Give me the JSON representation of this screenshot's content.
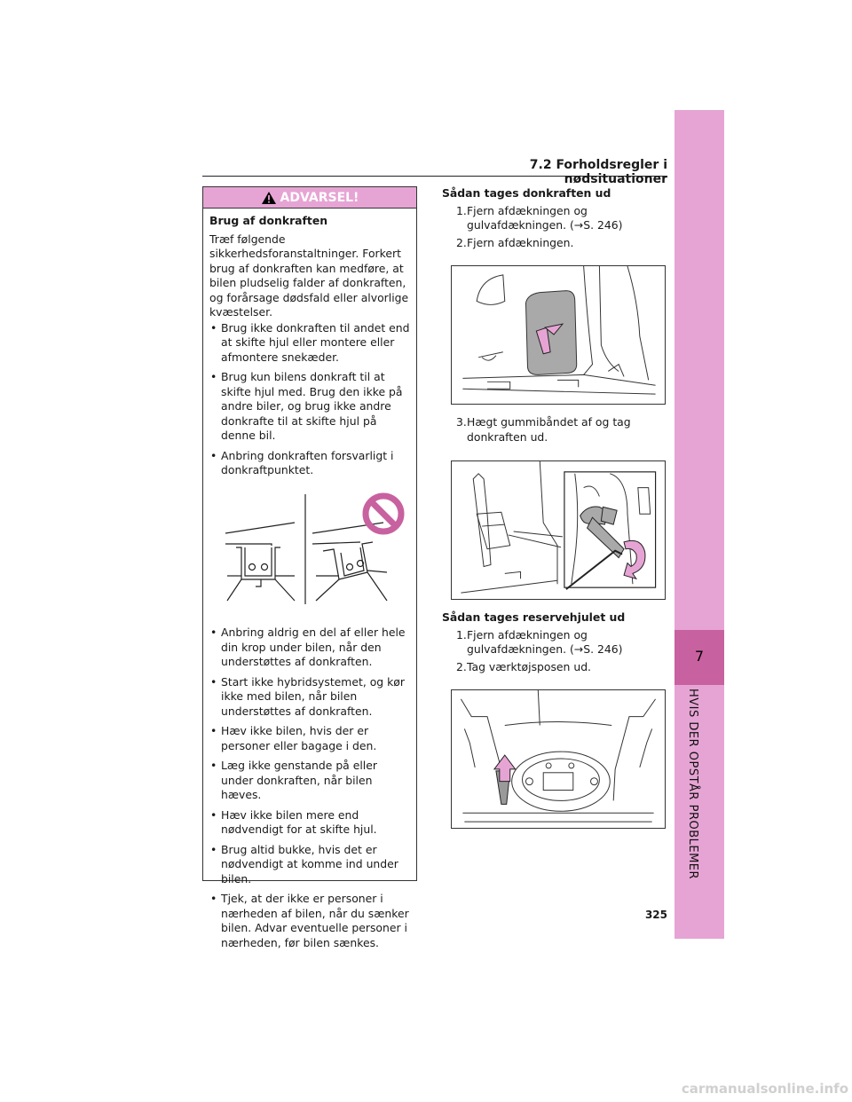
{
  "header": {
    "section": "7.2 Forholdsregler i nødsituationer"
  },
  "sidebar": {
    "chapter_number": "7",
    "chapter_title": "HVIS DER OPSTÅR PROBLEMER"
  },
  "warning": {
    "label": "ADVARSEL!",
    "title": "Brug af donkraften",
    "intro": "Træf følgende sikkerhedsforanstaltninger. Forkert brug af donkraften kan medføre, at bilen pludselig falder af donkraften, og forårsage dødsfald eller alvorlige kvæstelser.",
    "bullets_top": [
      "Brug ikke donkraften til andet end at skifte hjul eller montere eller afmontere snekæder.",
      "Brug kun bilens donkraft til at skifte hjul med. Brug den ikke på andre biler, og brug ikke andre donkrafte til at skifte hjul på denne bil.",
      "Anbring donkraften forsvarligt i donkraftpunktet."
    ],
    "bullets_bottom": [
      "Anbring aldrig en del af eller hele din krop under bilen, når den understøttes af donkraften.",
      "Start ikke hybridsystemet, og kør ikke med bilen, når bilen understøttes af donkraften.",
      "Hæv ikke bilen, hvis der er personer eller bagage i den.",
      "Læg ikke genstande på eller under donkraften, når bilen hæves.",
      "Hæv ikke bilen mere end nødvendigt for at skifte hjul.",
      "Brug altid bukke, hvis det er nødvendigt at komme ind under bilen.",
      "Tjek, at der ikke er personer i nærheden af bilen, når du sænker bilen. Advar eventuelle personer i nærheden, før bilen sænkes."
    ]
  },
  "jack_section": {
    "title": "Sådan tages donkraften ud",
    "steps": [
      {
        "num": "1.",
        "text": "Fjern afdækningen og gulvafdækningen. (→S. 246)"
      },
      {
        "num": "2.",
        "text": "Fjern afdækningen."
      }
    ],
    "step3": {
      "num": "3.",
      "text": "Hægt gummibåndet af og tag donkraften ud."
    }
  },
  "spare_section": {
    "title": "Sådan tages reservehjulet ud",
    "steps": [
      {
        "num": "1.",
        "text": "Fjern afdækningen og gulvafdækningen. (→S. 246)"
      },
      {
        "num": "2.",
        "text": "Tag værktøjsposen ud."
      }
    ]
  },
  "page_number": "325",
  "watermark": "carmanualsonline.info",
  "colors": {
    "accent": "#e6a4d4",
    "accent_dark": "#c8619f",
    "prohibit": "#c8619f"
  }
}
